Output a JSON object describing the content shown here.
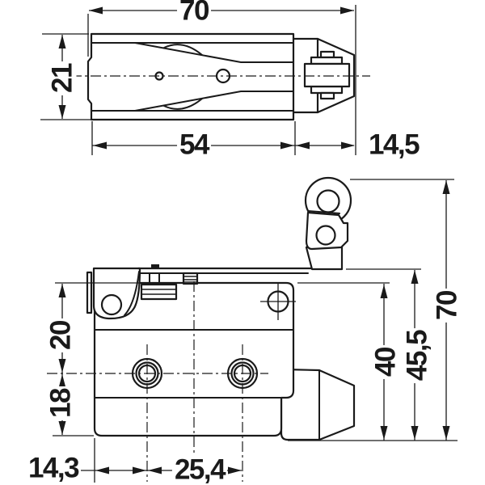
{
  "colors": {
    "background": "#ffffff",
    "line": "#1a1a1a"
  },
  "top_view": {
    "dimensions": {
      "overall_length": "70",
      "height": "21",
      "body_length": "54",
      "head_length": "14,5"
    }
  },
  "side_view": {
    "dimensions": {
      "overall_height": "70",
      "lever_top_height": "45,5",
      "body_height": "40",
      "top_to_hole_axis": "20",
      "hole_axis_to_bottom": "18",
      "edge_to_first_hole": "14,3",
      "hole_spacing": "25,4"
    }
  }
}
